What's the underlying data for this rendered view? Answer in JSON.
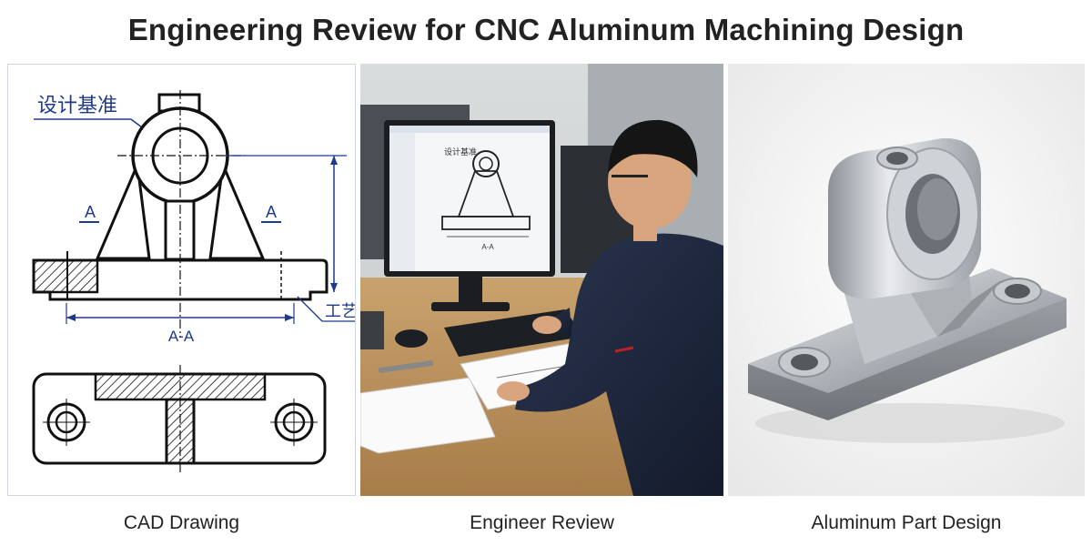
{
  "title": "Engineering Review for CNC Aluminum Machining Design",
  "panels": {
    "cad": {
      "caption": "CAD Drawing",
      "datum_label": "设计基准",
      "section_mark_left": "A",
      "section_mark_right": "A",
      "section_label": "A-A",
      "process_label": "工艺"
    },
    "engineer": {
      "caption": "Engineer Review",
      "monitor_datum_label": "设计基准",
      "monitor_section_label": "A-A"
    },
    "part": {
      "caption": "Aluminum Part Design"
    }
  },
  "colors": {
    "dimension_blue": "#1f3a8a",
    "outline": "#111111",
    "aluminum": "#b9bcc0"
  }
}
